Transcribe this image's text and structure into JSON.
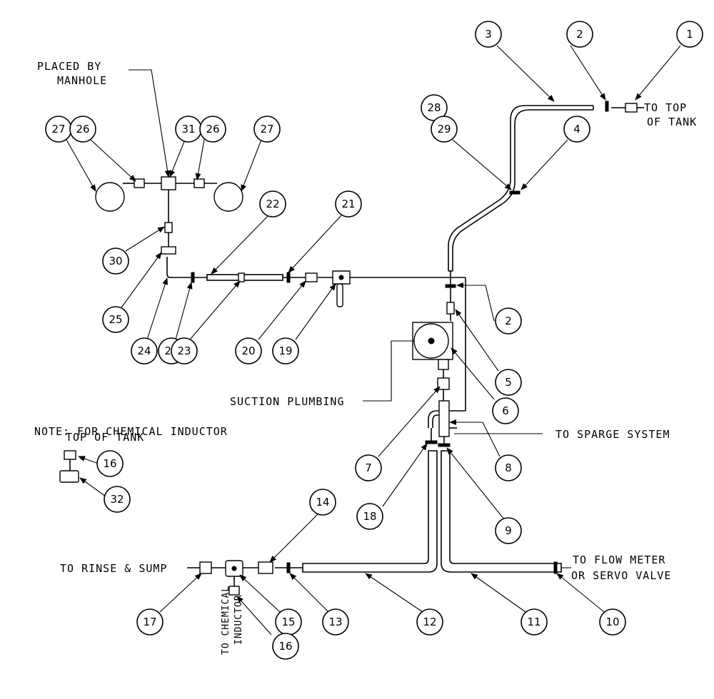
{
  "colors": {
    "line": "#000000",
    "background": "#ffffff"
  },
  "labels": {
    "placed_by_1": "PLACED BY",
    "placed_by_2": "MANHOLE",
    "to_top_1": "TO TOP",
    "to_top_2": "OF TANK",
    "suction": "SUCTION PLUMBING",
    "sparge": "TO SPARGE SYSTEM",
    "note_1": "NOTE: FOR CHEMICAL INDUCTOR",
    "note_2": "TOP OF TANK",
    "rinse": "TO RINSE & SUMP",
    "flow_1": "TO FLOW METER",
    "flow_2": "OR SERVO VALVE",
    "chem_1": "TO CHEMICAL",
    "chem_2": "INDUCTOR"
  },
  "callouts": {
    "c1": "1",
    "c2a": "2",
    "c3": "3",
    "c4": "4",
    "c28": "28",
    "c29": "29",
    "c27a": "27",
    "c26a": "26",
    "c31": "31",
    "c26b": "26",
    "c27b": "27",
    "c22": "22",
    "c21a": "21",
    "c30": "30",
    "c25": "25",
    "c24": "24",
    "c21b": "21",
    "c23": "23",
    "c20": "20",
    "c19": "19",
    "c2b": "2",
    "c5": "5",
    "c6": "6",
    "c7": "7",
    "c8": "8",
    "c18": "18",
    "c9": "9",
    "c16a": "16",
    "c32": "32",
    "c14": "14",
    "c17": "17",
    "c15": "15",
    "c13": "13",
    "c12": "12",
    "c11": "11",
    "c10": "10",
    "c16b": "16"
  }
}
